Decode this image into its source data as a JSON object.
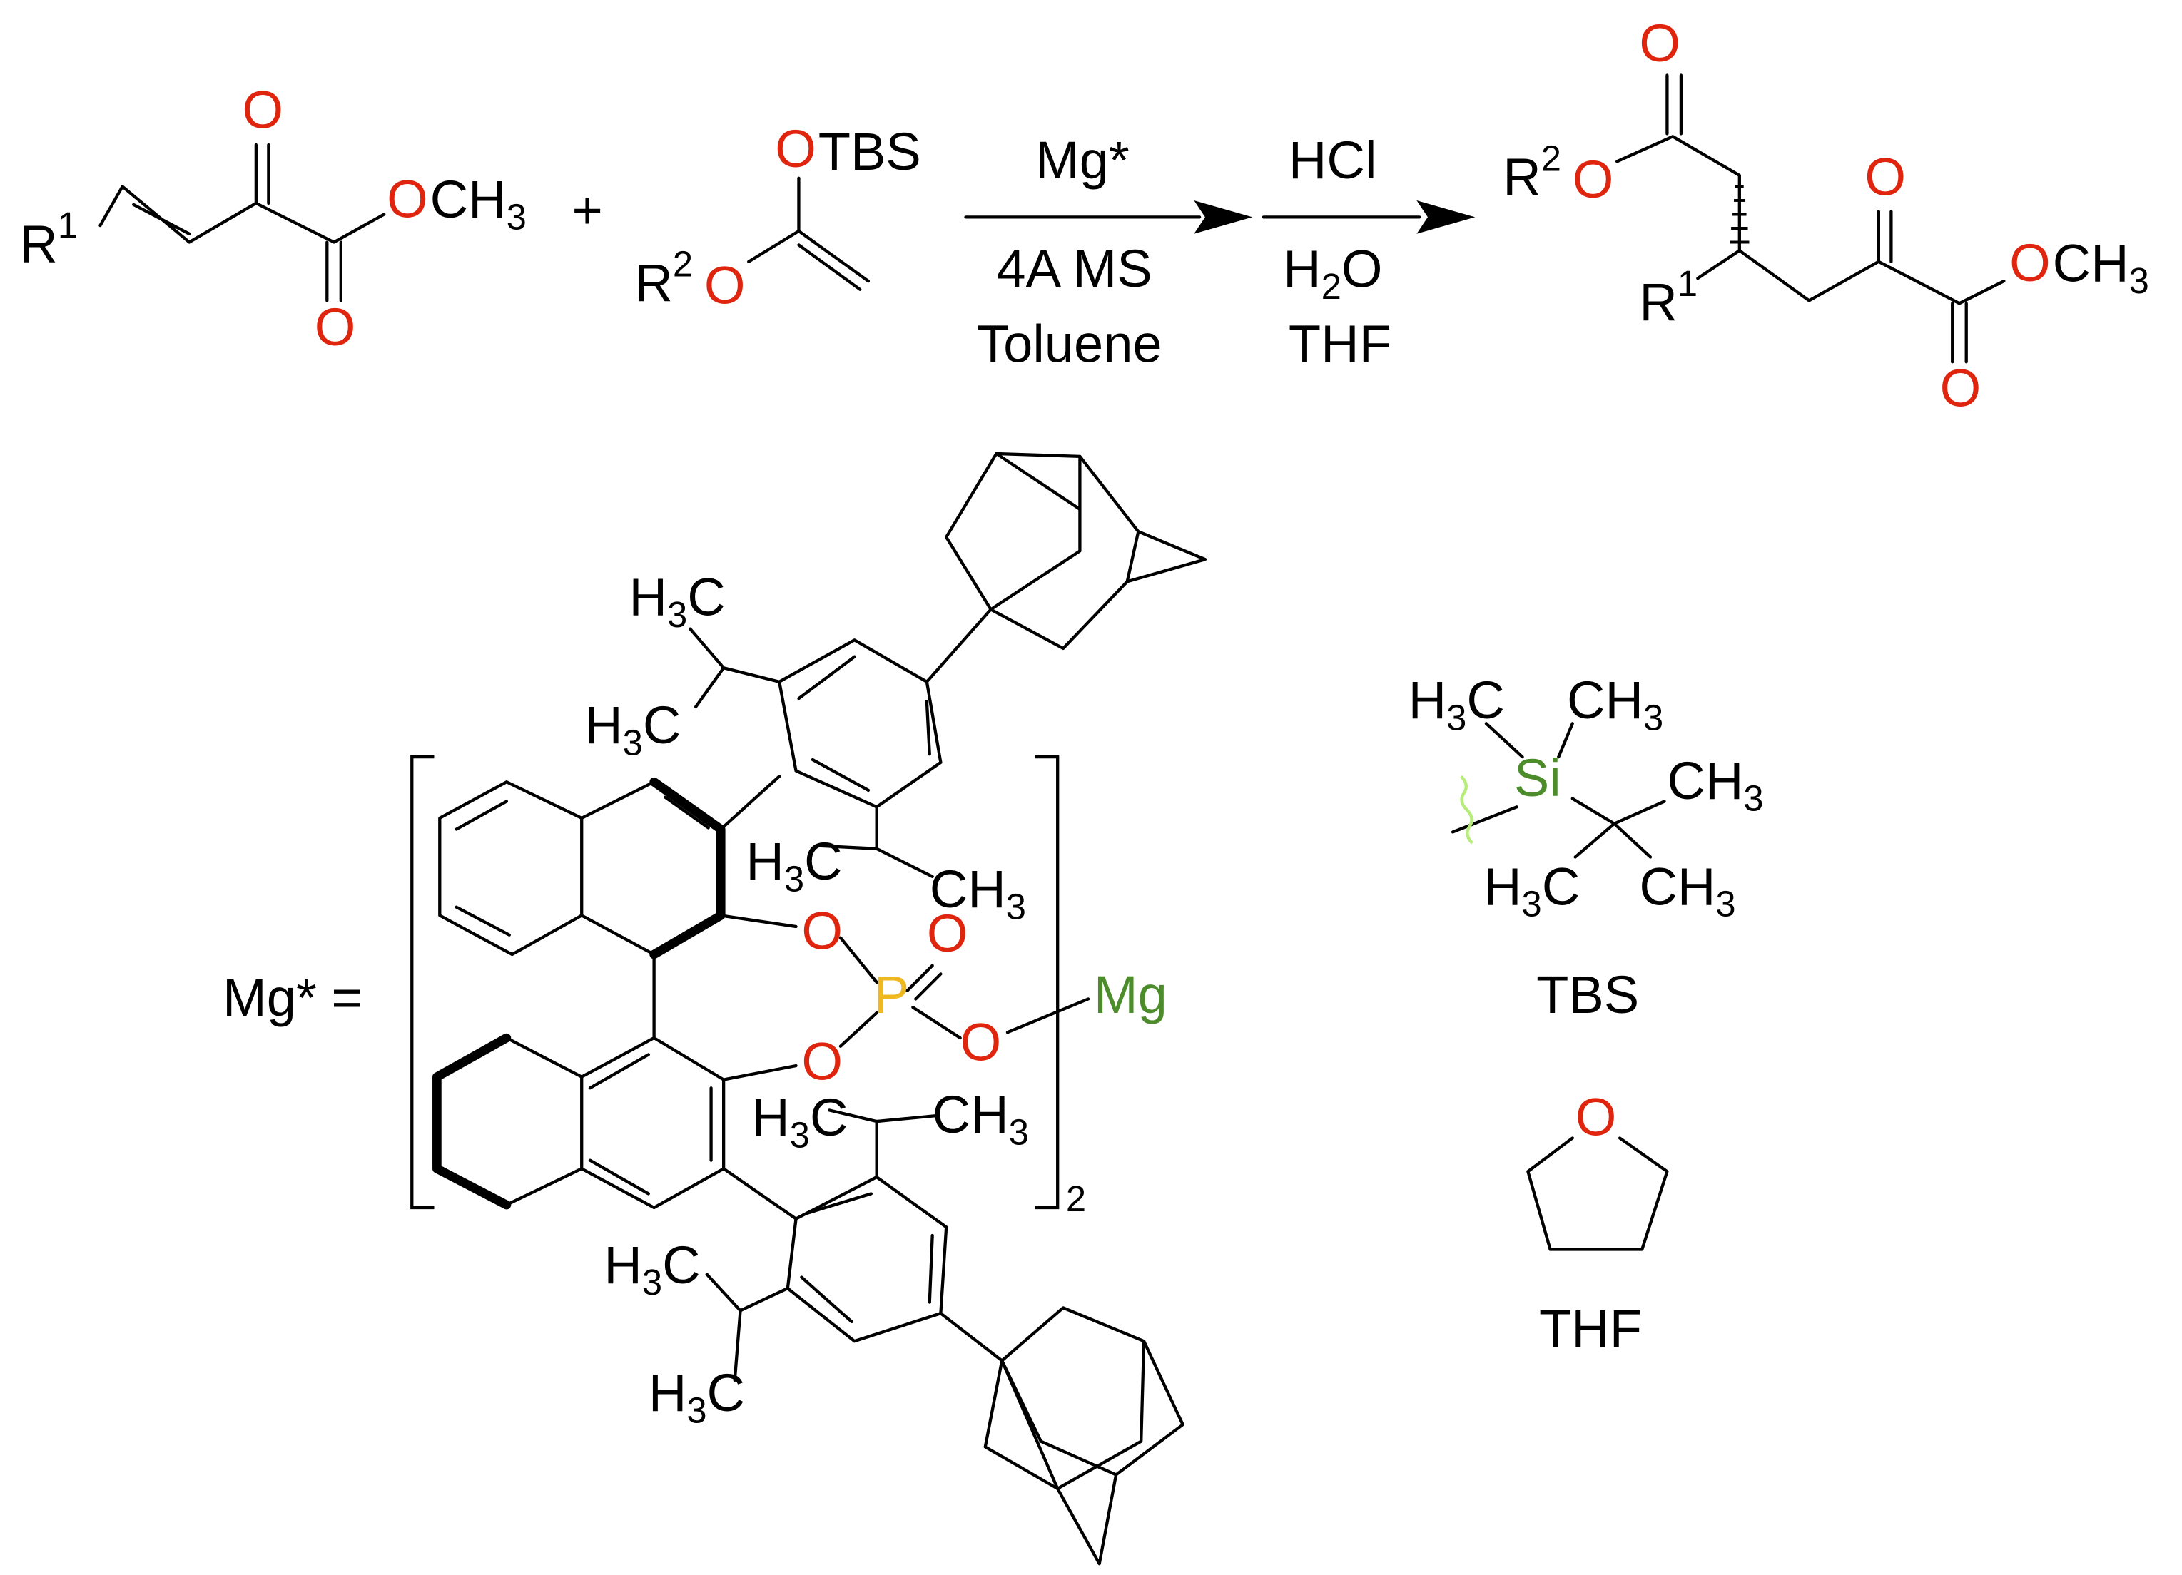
{
  "colors": {
    "oxygen": "#e0250f",
    "silicon_magnesium": "#4c8c2b",
    "phosphorus": "#f0b820",
    "wavy_bond": "#b6ec7a",
    "bonds": "#000000"
  },
  "reactant1": {
    "r": "R",
    "r_sup": "1",
    "o_ketone": "O",
    "o_ester": "O",
    "o_me": "O",
    "ch3": "CH",
    "ch3_sub": "3"
  },
  "plus": "+",
  "reactant2": {
    "otbs_o": "O",
    "otbs": "TBS",
    "r": "R",
    "r_sup": "2",
    "o": "O"
  },
  "step1": {
    "above": "Mg*",
    "below1": "4A MS",
    "below2": "Toluene"
  },
  "step2": {
    "above": "HCl",
    "below_h": "H",
    "below_sub": "2",
    "below_o": "O",
    "below2": "THF"
  },
  "product": {
    "o_top": "O",
    "r2": "R",
    "r2_sup": "2",
    "o_ester": "O",
    "r1": "R",
    "r1_sup": "1",
    "o_ketone": "O",
    "o_me": "O",
    "ch3": "CH",
    "ch3_sub": "3",
    "o_bottom": "O"
  },
  "catalyst": {
    "label": "Mg* =",
    "h3c": "H",
    "h3c_sub": "3",
    "h3c_c": "C",
    "ch3": "CH",
    "ch3_sub": "3",
    "o": "O",
    "p": "P",
    "mg": "Mg",
    "bracket_sub": "2"
  },
  "tbs": {
    "si": "Si",
    "h3c": "H",
    "h3c_sub": "3",
    "h3c_c": "C",
    "ch3": "CH",
    "ch3_sub": "3",
    "caption": "TBS"
  },
  "thf": {
    "o": "O",
    "caption": "THF"
  }
}
